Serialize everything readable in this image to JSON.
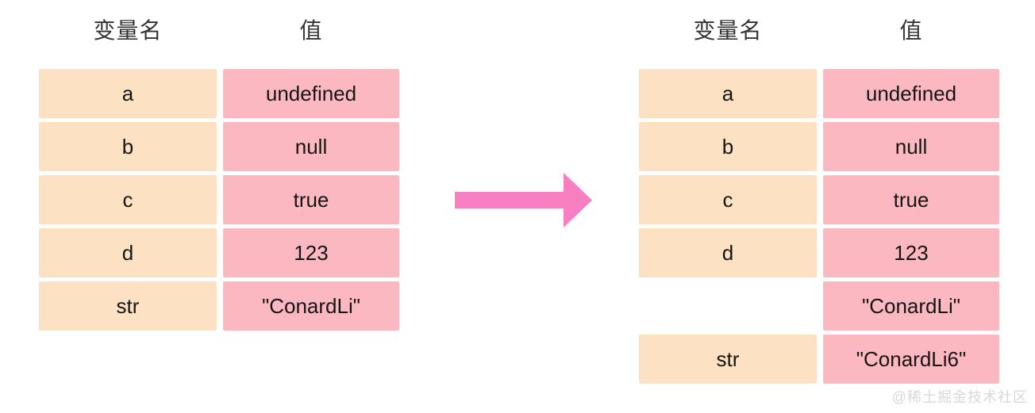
{
  "left_table": {
    "title": "before-assignment",
    "headers": {
      "name": "变量名",
      "value": "值"
    },
    "rows": [
      {
        "name": "a",
        "value": "undefined"
      },
      {
        "name": "b",
        "value": "null"
      },
      {
        "name": "c",
        "value": "true"
      },
      {
        "name": "d",
        "value": "123"
      },
      {
        "name": "str",
        "value": "\"ConardLi\""
      }
    ]
  },
  "right_table": {
    "title": "after-assignment",
    "headers": {
      "name": "变量名",
      "value": "值"
    },
    "rows": [
      {
        "name": "a",
        "value": "undefined"
      },
      {
        "name": "b",
        "value": "null"
      },
      {
        "name": "c",
        "value": "true"
      },
      {
        "name": "d",
        "value": "123"
      },
      {
        "name": "",
        "value": "\"ConardLi\""
      },
      {
        "name": "str",
        "value": "\"ConardLi6\""
      }
    ]
  },
  "arrow": {
    "direction": "right",
    "color": "#F87FC2"
  },
  "watermark": "@稀土掘金技术社区",
  "colors": {
    "name_cell": "#FCE2C3",
    "value_cell": "#FBB8C0",
    "header_text": "#333333",
    "cell_text": "#151515",
    "arrow": "#F87FC2",
    "watermark": "#D8D8D8"
  }
}
